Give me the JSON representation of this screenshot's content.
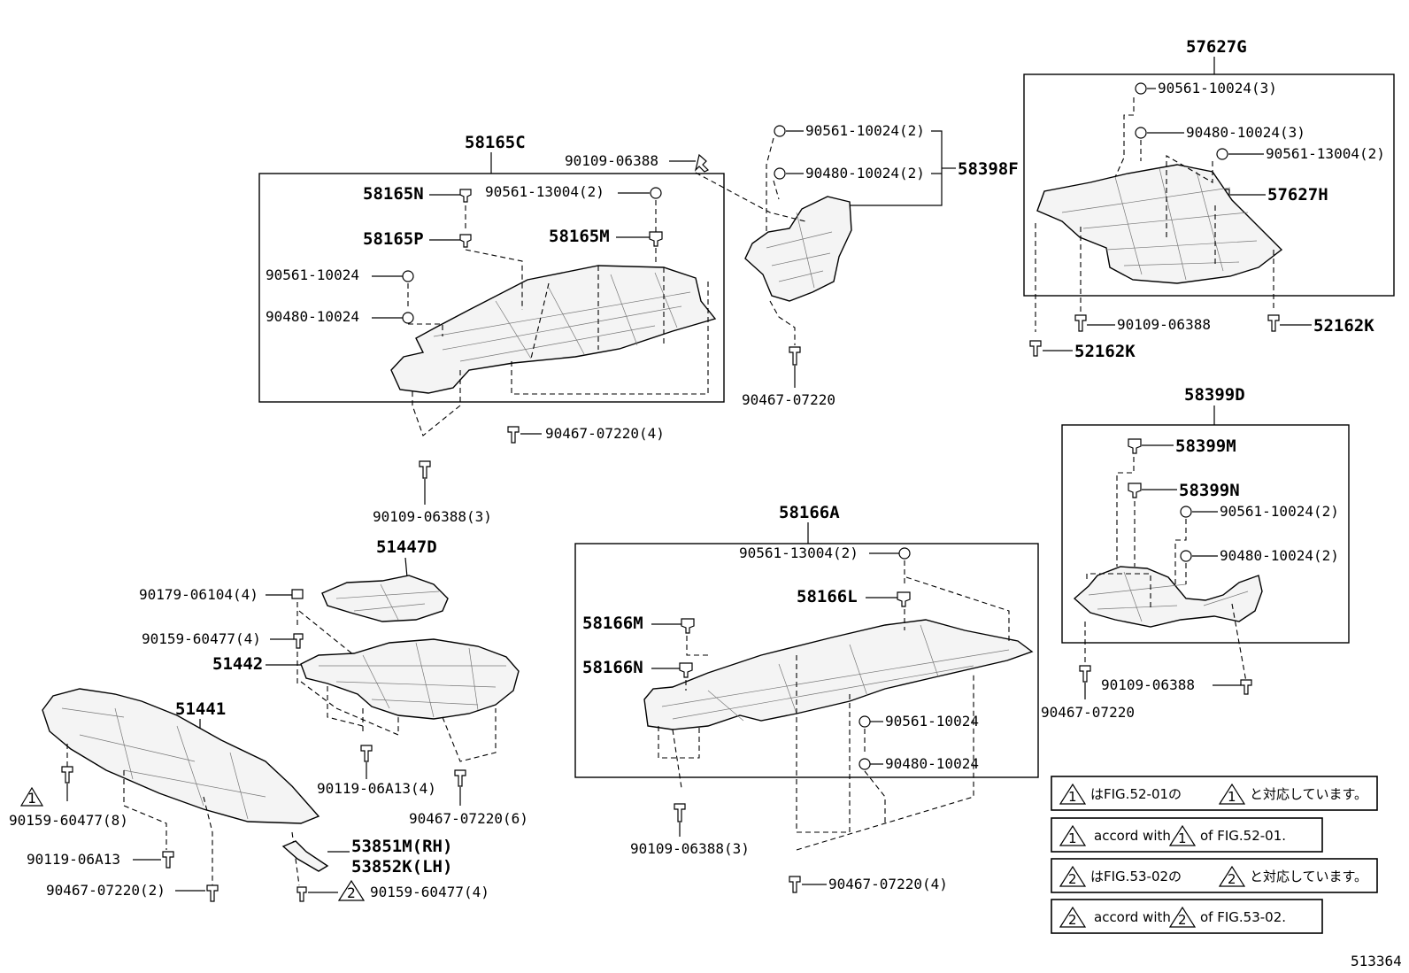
{
  "figure_id": "513364",
  "groups": {
    "g58165C": {
      "title": "58165C",
      "p58165N": "58165N",
      "p58165P": "58165P",
      "p58165M": "58165M",
      "c1": "90561-13004(2)",
      "c2": "90561-10024",
      "c3": "90480-10024"
    },
    "g58398F": {
      "title": "58398F",
      "c1": "90561-10024(2)",
      "c2": "90480-10024(2)",
      "top_bolt": "90109-06388",
      "bottom_bolt": "90467-07220"
    },
    "g57627G": {
      "title": "57627G",
      "c1": "90561-10024(3)",
      "c2": "90480-10024(3)",
      "c3": "90561-13004(2)",
      "p57627H": "57627H",
      "c4": "90109-06388",
      "c5": "52162K",
      "c6": "52162K"
    },
    "g58399D": {
      "title": "58399D",
      "p58399M": "58399M",
      "p58399N": "58399N",
      "c1": "90561-10024(2)",
      "c2": "90480-10024(2)",
      "c3": "90467-07220",
      "c4": "90109-06388"
    },
    "g58166A": {
      "title": "58166A",
      "c1": "90561-13004(2)",
      "p58166L": "58166L",
      "p58166M": "58166M",
      "p58166N": "58166N",
      "c2": "90561-10024",
      "c3": "90480-10024",
      "c4": "90109-06388(3)",
      "c5": "90467-07220(4)"
    },
    "below58165C": {
      "c1": "90467-07220(4)",
      "c2": "90109-06388(3)"
    },
    "front": {
      "p51447D": "51447D",
      "c1": "90179-06104(4)",
      "c2": "90159-60477(4)",
      "p51442": "51442",
      "p51441": "51441",
      "c3": "90119-06A13(4)",
      "c4": "90467-07220(6)",
      "c5": "90159-60477(8)",
      "c6": "90119-06A13",
      "c7": "90467-07220(2)",
      "p53851M": "53851M(RH)",
      "p53852K": "53852K(LH)",
      "c8": "90159-60477(4)",
      "tri1": "1",
      "tri2": "2"
    }
  },
  "notes": [
    {
      "num": "1",
      "pre": "はFIG.52-01の",
      "num2": "1",
      "post": "と対応しています。"
    },
    {
      "num": "1",
      "pre": "accord with",
      "num2": "1",
      "post": "of FIG.52-01."
    },
    {
      "num": "2",
      "pre": "はFIG.53-02の",
      "num2": "2",
      "post": "と対応しています。"
    },
    {
      "num": "2",
      "pre": "accord with",
      "num2": "2",
      "post": "of FIG.53-02."
    }
  ]
}
